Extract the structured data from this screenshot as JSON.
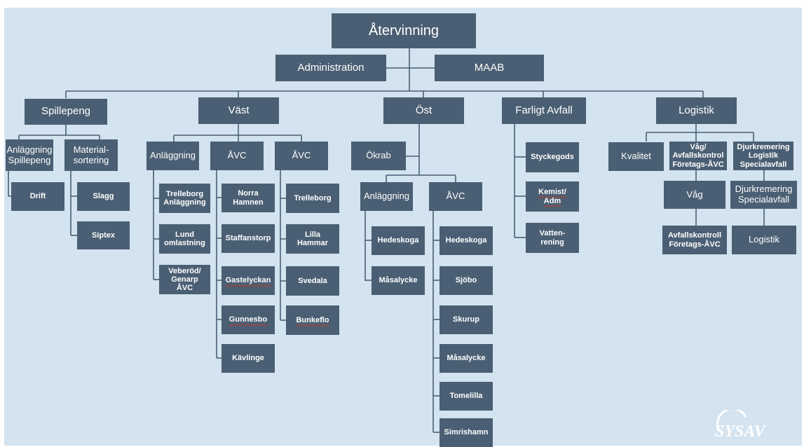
{
  "chart_data": {
    "type": "org-chart",
    "root": "Återvinning",
    "staff": [
      "Administration",
      "MAAB"
    ],
    "divisions": [
      {
        "name": "Spillepeng",
        "children": [
          {
            "name": "Anläggning\nSpillepeng",
            "children": [
              "Drift"
            ]
          },
          {
            "name": "Material-\nsortering",
            "children": [
              "Slagg",
              "Siptex"
            ]
          }
        ]
      },
      {
        "name": "Väst",
        "children": [
          {
            "name": "Anläggning",
            "children": [
              "Trelleborg\nAnläggning",
              "Lund\nomlastning",
              "Veberöd/\nGenarp\nÅVC"
            ]
          },
          {
            "name": "ÅVC",
            "children": [
              "Norra\nHamnen",
              "Staffanstorp",
              "Gastelyckan",
              "Gunnesbo",
              "Kävlinge"
            ]
          },
          {
            "name": "ÅVC",
            "children": [
              "Trelleborg",
              "Lilla\nHammar",
              "Svedala",
              "Bunkeflo"
            ]
          }
        ]
      },
      {
        "name": "Öst",
        "children": [
          {
            "name": "Ökrab",
            "children": [
              {
                "name": "Anläggning",
                "children": [
                  "Hedeskoga",
                  "Måsalycke"
                ]
              },
              {
                "name": "ÅVC",
                "children": [
                  "Hedeskoga",
                  "Sjöbo",
                  "Skurup",
                  "Måsalycke",
                  "Tomelilla",
                  "Simrishamn"
                ]
              }
            ]
          }
        ]
      },
      {
        "name": "Farligt Avfall",
        "children": [
          "Styckegods",
          "Kemist/\nAdm",
          "Vatten-\nrening"
        ]
      },
      {
        "name": "Logistik",
        "children": [
          "Kvalitet",
          {
            "name": "Våg/\nAvfallskontrol\nFöretags-ÅVC",
            "children": [
              "Våg",
              "Avfallskontroll\nFöretags-ÅVC"
            ]
          },
          {
            "name": "Djurkremering\nLogistik\nSpecialavfall",
            "children": [
              "Djurkremering\nSpecialavfall",
              "Logistik"
            ]
          }
        ]
      }
    ]
  },
  "logo_text": "SYSAV",
  "colors": {
    "background": "#d3e3ef",
    "box": "#4a5f73",
    "text": "#ffffff",
    "line": "#4a5f73"
  }
}
